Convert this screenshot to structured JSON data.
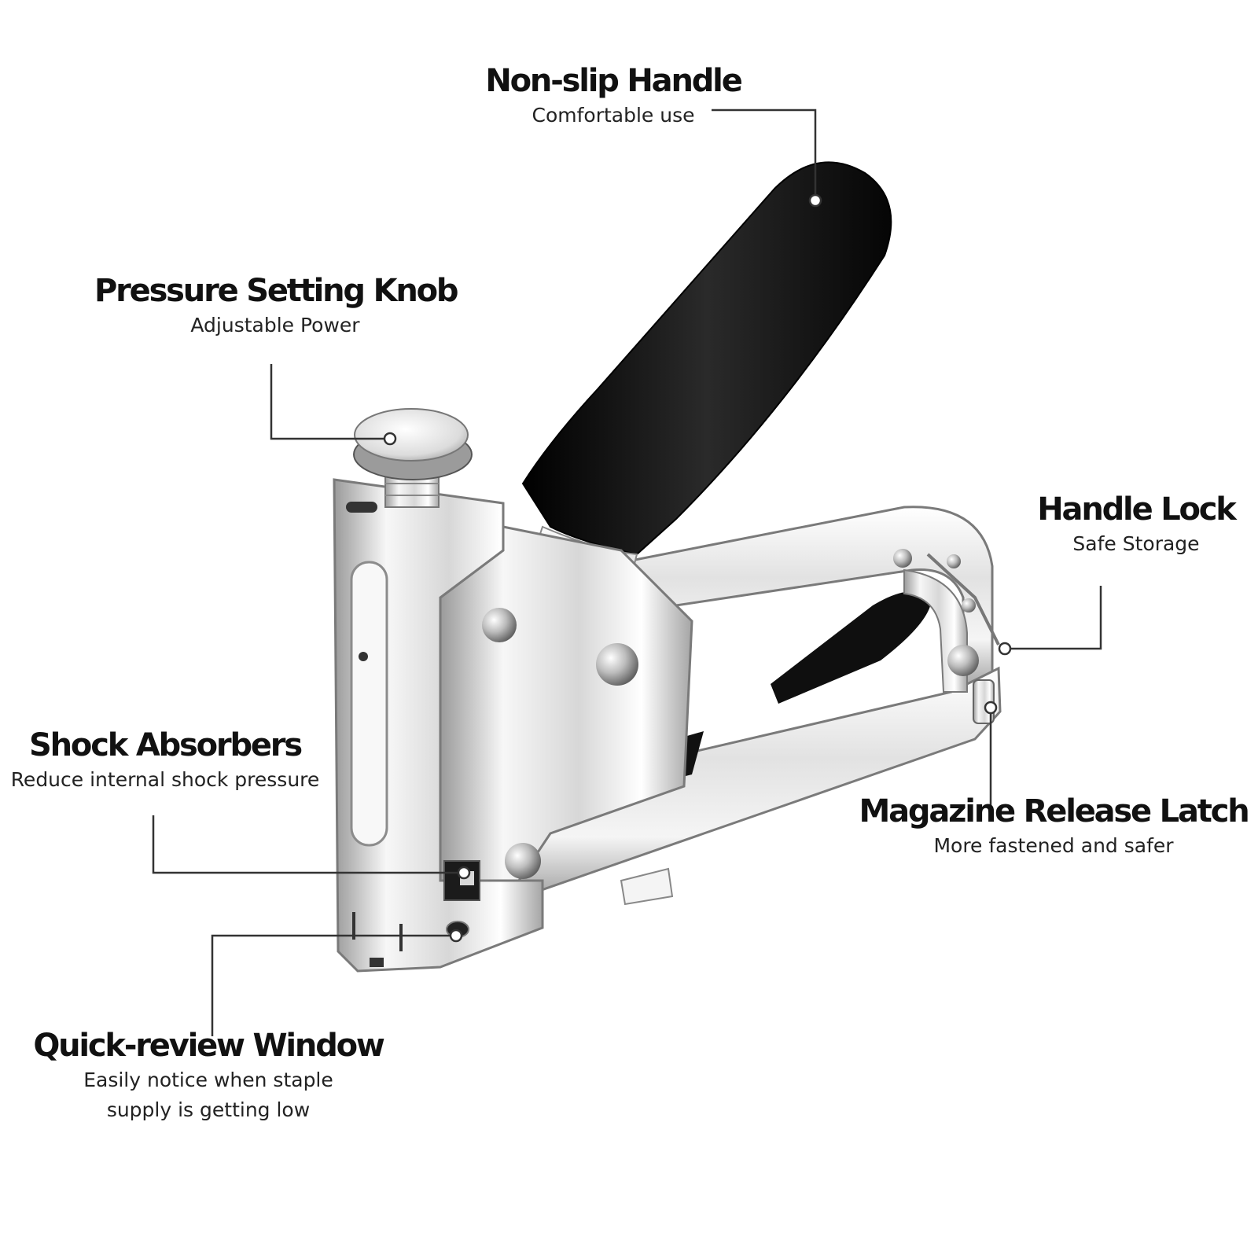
{
  "colors": {
    "line": "#333333",
    "grip": "#0d0d0d",
    "metal_light": "#f4f4f4",
    "metal_mid": "#c9c9c9",
    "metal_dark": "#8a8a8a"
  },
  "callouts": {
    "handle": {
      "title": "Non-slip Handle",
      "subtitle": "Comfortable use"
    },
    "knob": {
      "title": "Pressure Setting Knob",
      "subtitle": "Adjustable Power"
    },
    "lock": {
      "title": "Handle Lock",
      "subtitle": "Safe Storage"
    },
    "shock": {
      "title": "Shock Absorbers",
      "subtitle": "Reduce internal shock pressure"
    },
    "latch": {
      "title": "Magazine Release Latch",
      "subtitle": "More fastened and safer"
    },
    "window": {
      "title": "Quick-review Window",
      "subtitle_line1": "Easily notice when staple",
      "subtitle_line2": "supply is getting low"
    }
  }
}
